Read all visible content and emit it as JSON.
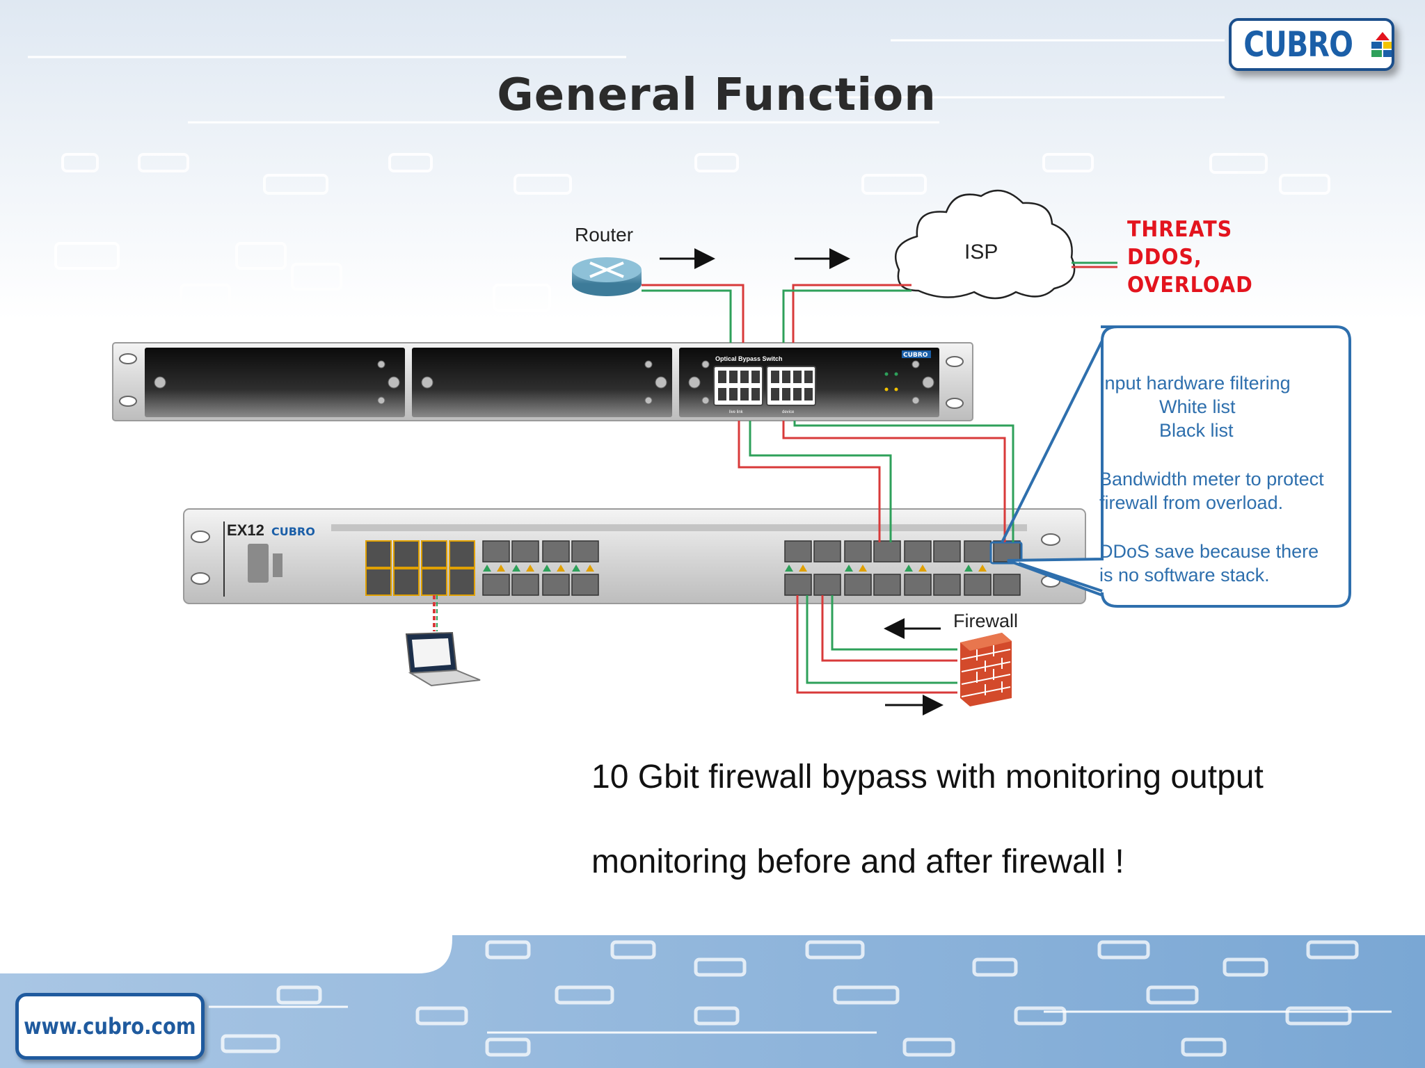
{
  "slide": {
    "title": "General Function",
    "brand": "CUBRO",
    "url": "www.cubro.com"
  },
  "diagram": {
    "router_label": "Router",
    "isp_label": "ISP",
    "threats": [
      "THREATS",
      "DDOS,",
      "OVERLOAD"
    ],
    "firewall_label": "Firewall",
    "bypass_panel_title": "Optical Bypass Switch",
    "bypass_port_labels": [
      "live link",
      "device"
    ],
    "ex12_model": "EX12",
    "ex12_brand": "CUBRO",
    "colors": {
      "red_fiber": "#d83a3a",
      "green_fiber": "#2ea05a",
      "callout": "#2e6fad",
      "threat": "#e3141e"
    }
  },
  "callout": {
    "lines": [
      "Input hardware filtering",
      "White list",
      "Black list",
      "Bandwidth meter to protect",
      "firewall from overload.",
      "DDoS save because there",
      "is no software stack."
    ]
  },
  "captions": {
    "line1": "10 Gbit firewall bypass with monitoring output",
    "line2": "monitoring before and after firewall !"
  }
}
